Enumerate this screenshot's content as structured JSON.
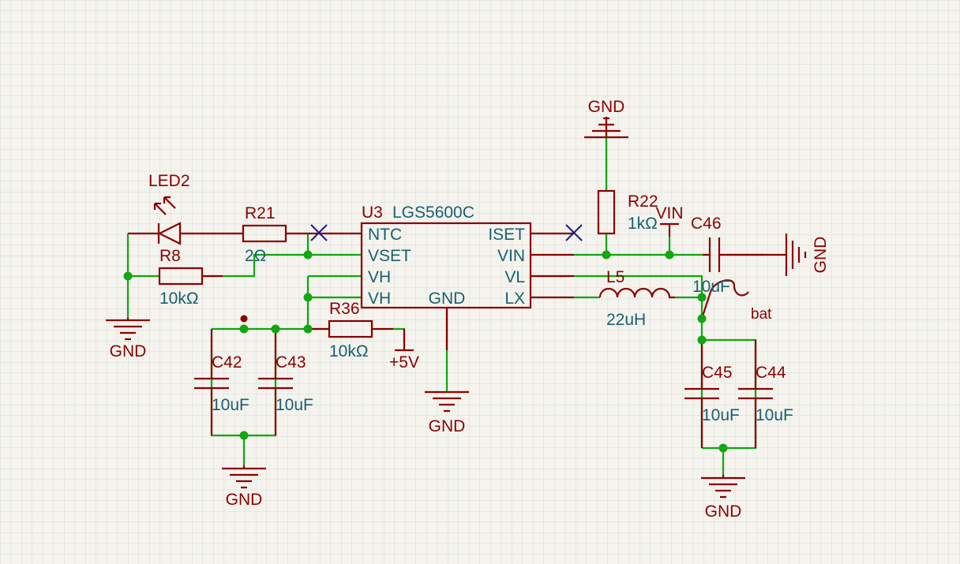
{
  "chip": {
    "ref": "U3",
    "part": "LGS5600C",
    "pins_left": [
      "NTC",
      "VSET",
      "VH",
      "VH"
    ],
    "pins_right": [
      "ISET",
      "VIN",
      "VL",
      "LX"
    ],
    "pin_bottom": "GND"
  },
  "components": {
    "led2": {
      "ref": "LED2"
    },
    "r21": {
      "ref": "R21",
      "value": "2Ω"
    },
    "r8": {
      "ref": "R8",
      "value": "10kΩ"
    },
    "r36": {
      "ref": "R36",
      "value": "10kΩ"
    },
    "r22": {
      "ref": "R22",
      "value": "1kΩ"
    },
    "c42": {
      "ref": "C42",
      "value": "10uF"
    },
    "c43": {
      "ref": "C43",
      "value": "10uF"
    },
    "c44": {
      "ref": "C44",
      "value": "10uF"
    },
    "c45": {
      "ref": "C45",
      "value": "10uF"
    },
    "c46": {
      "ref": "C46",
      "value": "10uF"
    },
    "l5": {
      "ref": "L5",
      "value": "22uH"
    }
  },
  "nets": {
    "gnd": "GND",
    "vin": "VIN",
    "plus5v": "+5V",
    "bat": "bat"
  },
  "colors": {
    "background": "#f4f3ee",
    "grid": "#dcdcd6",
    "component": "#8b0000",
    "wire": "#12a612",
    "pin_text": "#1a6070",
    "no_connect": "#1a1a8c"
  }
}
